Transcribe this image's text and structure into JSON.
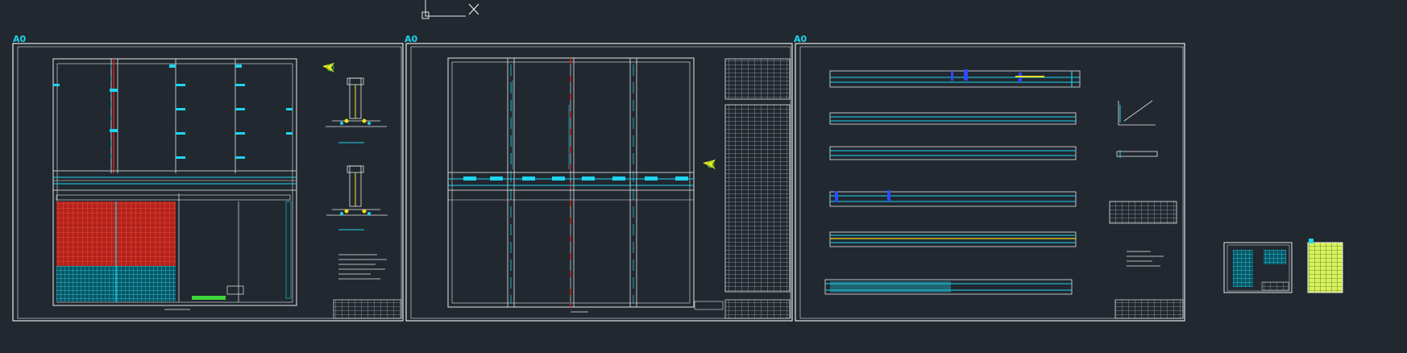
{
  "sheets": [
    {
      "label": "A0"
    },
    {
      "label": "A0"
    },
    {
      "label": "A0"
    }
  ],
  "colors": {
    "background": "#212830",
    "frame": "#e8e8e8",
    "cyan": "#1fd4ef",
    "red": "#d0261b",
    "yellow": "#f1e222",
    "green": "#3ed63a",
    "blue": "#2a4bff"
  },
  "icons": {
    "ucs": "ucs-icon",
    "crosshair": "crosshair-cursor-icon",
    "north_arrow": "north-arrow-icon"
  }
}
